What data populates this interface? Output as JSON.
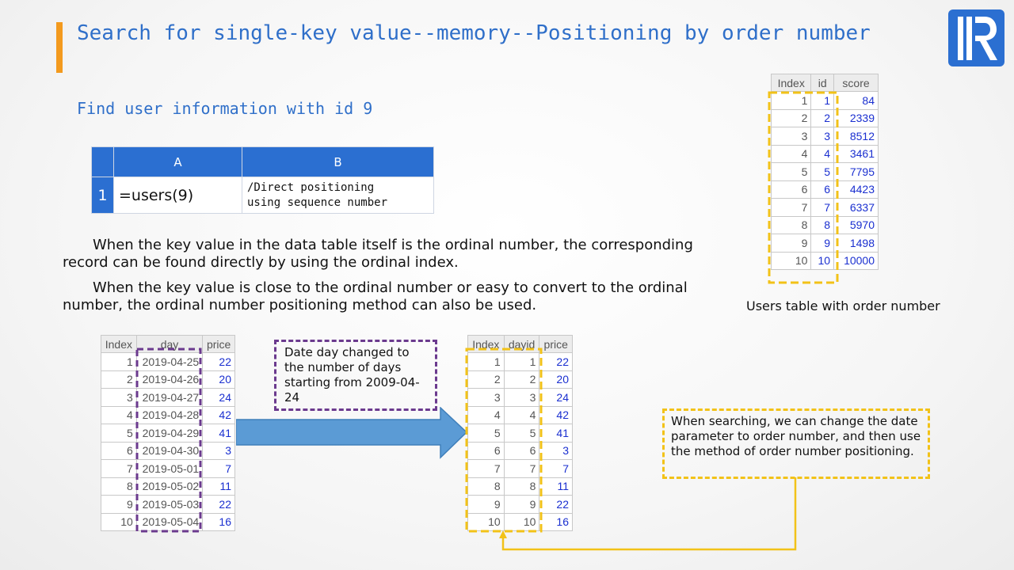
{
  "title": "Search for single-key value--memory--Positioning by order number",
  "subtitle": "Find user information with id 9",
  "code_grid": {
    "col_a": "A",
    "col_b": "B",
    "row_num": "1",
    "cell_a": "=users(9)",
    "cell_b_line1": "/Direct positioning",
    "cell_b_line2": "using sequence number"
  },
  "paragraphs": {
    "p1_line1": "When the key value in the data table itself is the ordinal number, the corresponding",
    "p1_line2": "record can be found directly by using the ordinal index.",
    "p2_line1": "When the key value is close to the ordinal number or easy to convert to the ordinal",
    "p2_line2": "number, the ordinal number positioning method can also be used."
  },
  "users_table": {
    "headers": [
      "Index",
      "id",
      "score"
    ],
    "rows": [
      [
        "1",
        "1",
        "84"
      ],
      [
        "2",
        "2",
        "2339"
      ],
      [
        "3",
        "3",
        "8512"
      ],
      [
        "4",
        "4",
        "3461"
      ],
      [
        "5",
        "5",
        "7795"
      ],
      [
        "6",
        "6",
        "4423"
      ],
      [
        "7",
        "7",
        "6337"
      ],
      [
        "8",
        "8",
        "5970"
      ],
      [
        "9",
        "9",
        "1498"
      ],
      [
        "10",
        "10",
        "10000"
      ]
    ],
    "caption": "Users table with order number"
  },
  "day_table": {
    "headers": [
      "Index",
      "day",
      "price"
    ],
    "rows": [
      [
        "1",
        "2019-04-25",
        "22"
      ],
      [
        "2",
        "2019-04-26",
        "20"
      ],
      [
        "3",
        "2019-04-27",
        "24"
      ],
      [
        "4",
        "2019-04-28",
        "42"
      ],
      [
        "5",
        "2019-04-29",
        "41"
      ],
      [
        "6",
        "2019-04-30",
        "3"
      ],
      [
        "7",
        "2019-05-01",
        "7"
      ],
      [
        "8",
        "2019-05-02",
        "11"
      ],
      [
        "9",
        "2019-05-03",
        "22"
      ],
      [
        "10",
        "2019-05-04",
        "16"
      ]
    ]
  },
  "dayid_table": {
    "headers": [
      "Index",
      "dayid",
      "price"
    ],
    "rows": [
      [
        "1",
        "1",
        "22"
      ],
      [
        "2",
        "2",
        "20"
      ],
      [
        "3",
        "3",
        "24"
      ],
      [
        "4",
        "4",
        "42"
      ],
      [
        "5",
        "5",
        "41"
      ],
      [
        "6",
        "6",
        "3"
      ],
      [
        "7",
        "7",
        "7"
      ],
      [
        "8",
        "8",
        "11"
      ],
      [
        "9",
        "9",
        "22"
      ],
      [
        "10",
        "10",
        "16"
      ]
    ]
  },
  "note_day": "Date day changed to the number of days starting from 2009-04-24",
  "note_search": "When searching, we can change the date parameter to order number, and then use the method of order number positioning.",
  "colors": {
    "accent_orange": "#f39a1e",
    "title_blue": "#2f6fc9",
    "header_blue": "#2b6fd1",
    "value_blue": "#1a2fd0",
    "purple_dash": "#6b3a8e",
    "yellow_dash": "#f2c218",
    "arrow_blue": "#5b9bd5"
  }
}
